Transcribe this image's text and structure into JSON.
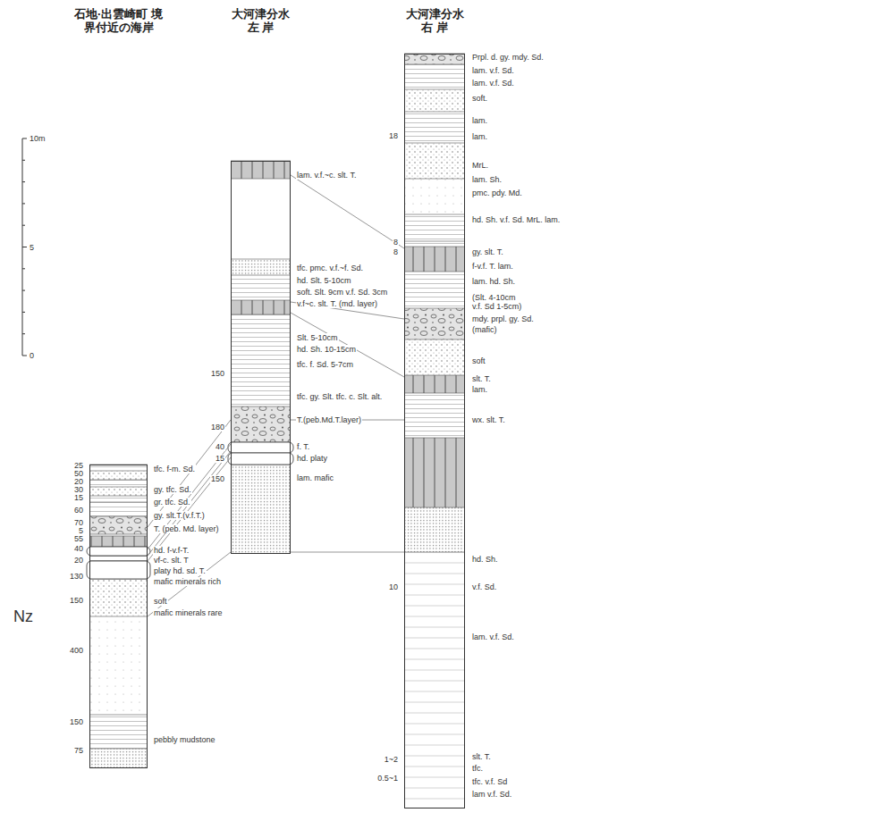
{
  "diagram": {
    "nodes": [
      {
        "text": [
          "石地·出雲崎町 境界付近の海岸"
        ]
      },
      {
        "text": [
          "大河津分水 左 岸"
        ]
      },
      {
        "text": [
          "大河津分水 右 岸"
        ]
      }
    ],
    "edges": [
      {
        "from": 0,
        "to": 1,
        "arrow": "none"
      },
      {
        "from": 0,
        "to": 1,
        "arrow": "none"
      },
      {
        "from": 0,
        "to": 1,
        "arrow": "none"
      },
      {
        "from": 0,
        "to": 1,
        "arrow": "none"
      },
      {
        "from": 0,
        "to": 1,
        "arrow": "none"
      },
      {
        "from": 1,
        "to": 2,
        "arrow": "none"
      },
      {
        "from": 1,
        "to": 2,
        "arrow": "none"
      },
      {
        "from": 1,
        "to": 2,
        "arrow": "none"
      },
      {
        "from": 1,
        "to": 2,
        "arrow": "none"
      },
      {
        "from": 1,
        "to": 2,
        "arrow": "none"
      }
    ],
    "labels": [
      "10m",
      "5",
      "0",
      "Nz",
      "25",
      "50",
      "20",
      "30",
      "15",
      "60",
      "70",
      "5",
      "55",
      "40",
      "20",
      "130",
      "150",
      "400",
      "150",
      "75",
      "tfc. f-m. Sd.",
      "gy. tfc. Sd.",
      "gr. tfc. Sd.",
      "gy. slt.T.(v.f.T.)",
      "T. (peb. Md. layer)",
      "hd. f-v.f-T.",
      "vf-c. slt. T",
      "platy hd. sd. T.",
      "mafic minerals rich",
      "soft",
      "mafic minerals rare",
      "pebbly mudstone",
      "150",
      "180",
      "40",
      "15",
      "150",
      "lam. v.f.~c. slt. T.",
      "tfc. pmc. v.f.~f. Sd.",
      "hd. Slt. 5-10cm",
      "soft. Slt. 9cm v.f. Sd. 3cm",
      "v.f~c. slt. T. (md. layer)",
      "Slt. 5-10cm",
      "hd. Sh. 10-15cm",
      "tfc. f. Sd. 5-7cm",
      "tfc. gy. Slt. tfc. c. Slt. alt.",
      "T.(peb.Md.T.layer)",
      "f. T.",
      "hd. platy",
      "lam. mafic",
      "18",
      "8",
      "8",
      "10",
      "1~2",
      "0.5~1",
      "Prpl. d. gy. mdy. Sd.",
      "lam. v.f. Sd.",
      "lam. v.f. Sd.",
      "soft.",
      "lam.",
      "lam.",
      "MrL.",
      "lam. Sh.",
      "pmc. pdy. Md.",
      "hd. Sh. v.f. Sd. MrL. lam.",
      "gy. slt. T.",
      "f-v.f. T. lam.",
      "lam. hd. Sh.",
      "(Slt. 4-10cm v.f. Sd 1-5cm)",
      "mdy. prpl. gy. Sd.",
      "(mafic)",
      "soft",
      "slt. T.",
      "lam.",
      "wx. slt. T.",
      "hd. Sh.",
      "v.f. Sd.",
      "lam. v.f. Sd.",
      "slt. T.",
      "tfc.",
      "tfc. v.f. Sd",
      "lam v.f. Sd."
    ]
  }
}
